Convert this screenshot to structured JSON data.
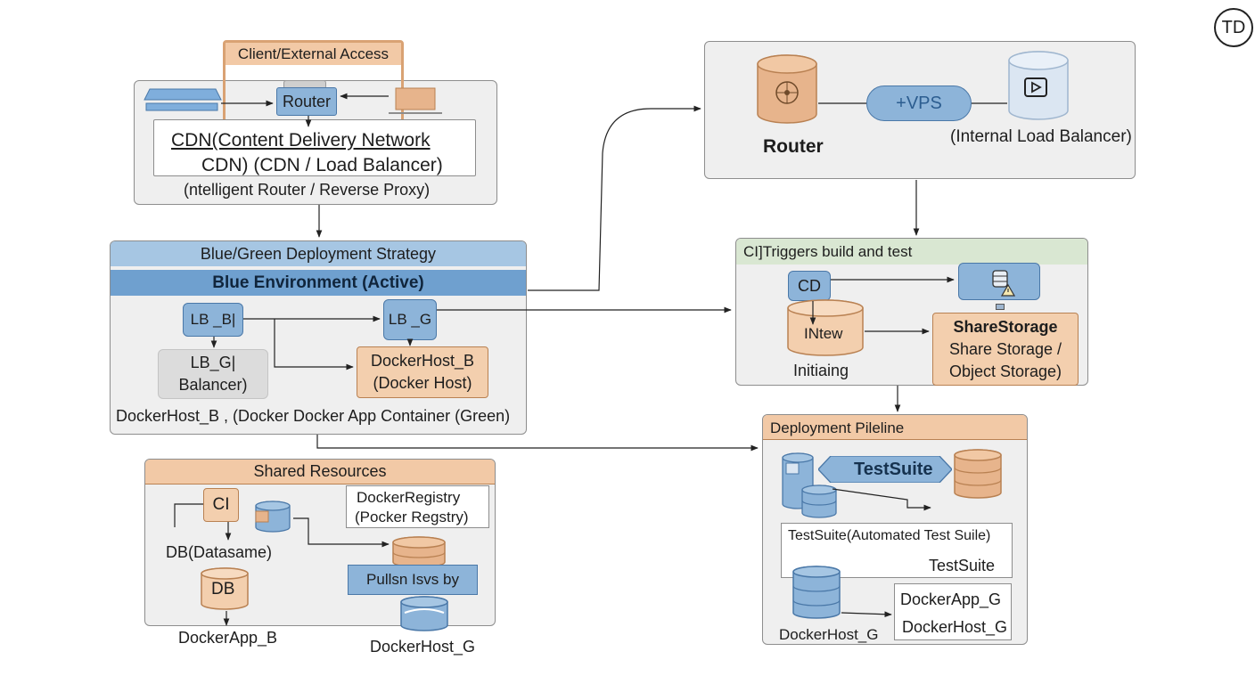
{
  "logo": {
    "text": "TD"
  },
  "client": {
    "title": "Client/External Access",
    "router": "Router",
    "cdn_line1": "CDN(Content Delivery Network",
    "cdn_line2": "CDN) (CDN / Load Balancer)",
    "proxy": "(ntelligent Router / Reverse Proxy)"
  },
  "vps_panel": {
    "router_label": "Router",
    "vps": "+VPS",
    "ilb_label": "(Internal Load Balancer)"
  },
  "bluegreen": {
    "title": "Blue/Green Deployment Strategy",
    "active": "Blue Environment (Active)",
    "lb_b": "LB _B|",
    "lb_g": "LB _G",
    "balancer_line1": "LB_G|",
    "balancer_line2": "Balancer)",
    "dockerhost_line1": "DockerHost_B",
    "dockerhost_line2": "(Docker Host)",
    "footer": "DockerHost_B , (Docker Docker App Container (Green)"
  },
  "ci": {
    "title": "CI]Triggers build and test",
    "cd": "CD",
    "new": "INtew",
    "initiating": "Initiaing",
    "share_title": "ShareStorage",
    "share_line1": "Share Storage /",
    "share_line2": "Object Storage)"
  },
  "shared": {
    "title": "Shared Resources",
    "ci": "CI",
    "db_datasame": "DB(Datasame)",
    "db": "DB",
    "dockerapp_b": "DockerApp_B",
    "registry_line1": "DockerRegistry",
    "registry_line2": "(Pocker Regstry)",
    "pull": "Pullsn Isvs by",
    "dockerhost_g": "DockerHost_G"
  },
  "pipeline": {
    "title": "Deployment Pileline",
    "testsuite_banner": "TestSuite",
    "testsuite_line": "TestSuite(Automated Test Suile)",
    "testsuite_label": "TestSuite",
    "dockerhost_g": "DockerHost_G",
    "dockerapp_g": "DockerApp_G",
    "dockerhost_g2": "DockerHost_G"
  },
  "colors": {
    "blue": "#8db4d9",
    "blue_dark": "#4a78a8",
    "peach": "#f3cfae",
    "peach_dark": "#b98152",
    "panel": "#efefef",
    "green_header": "#d9e7d2",
    "arrow": "#222222"
  }
}
